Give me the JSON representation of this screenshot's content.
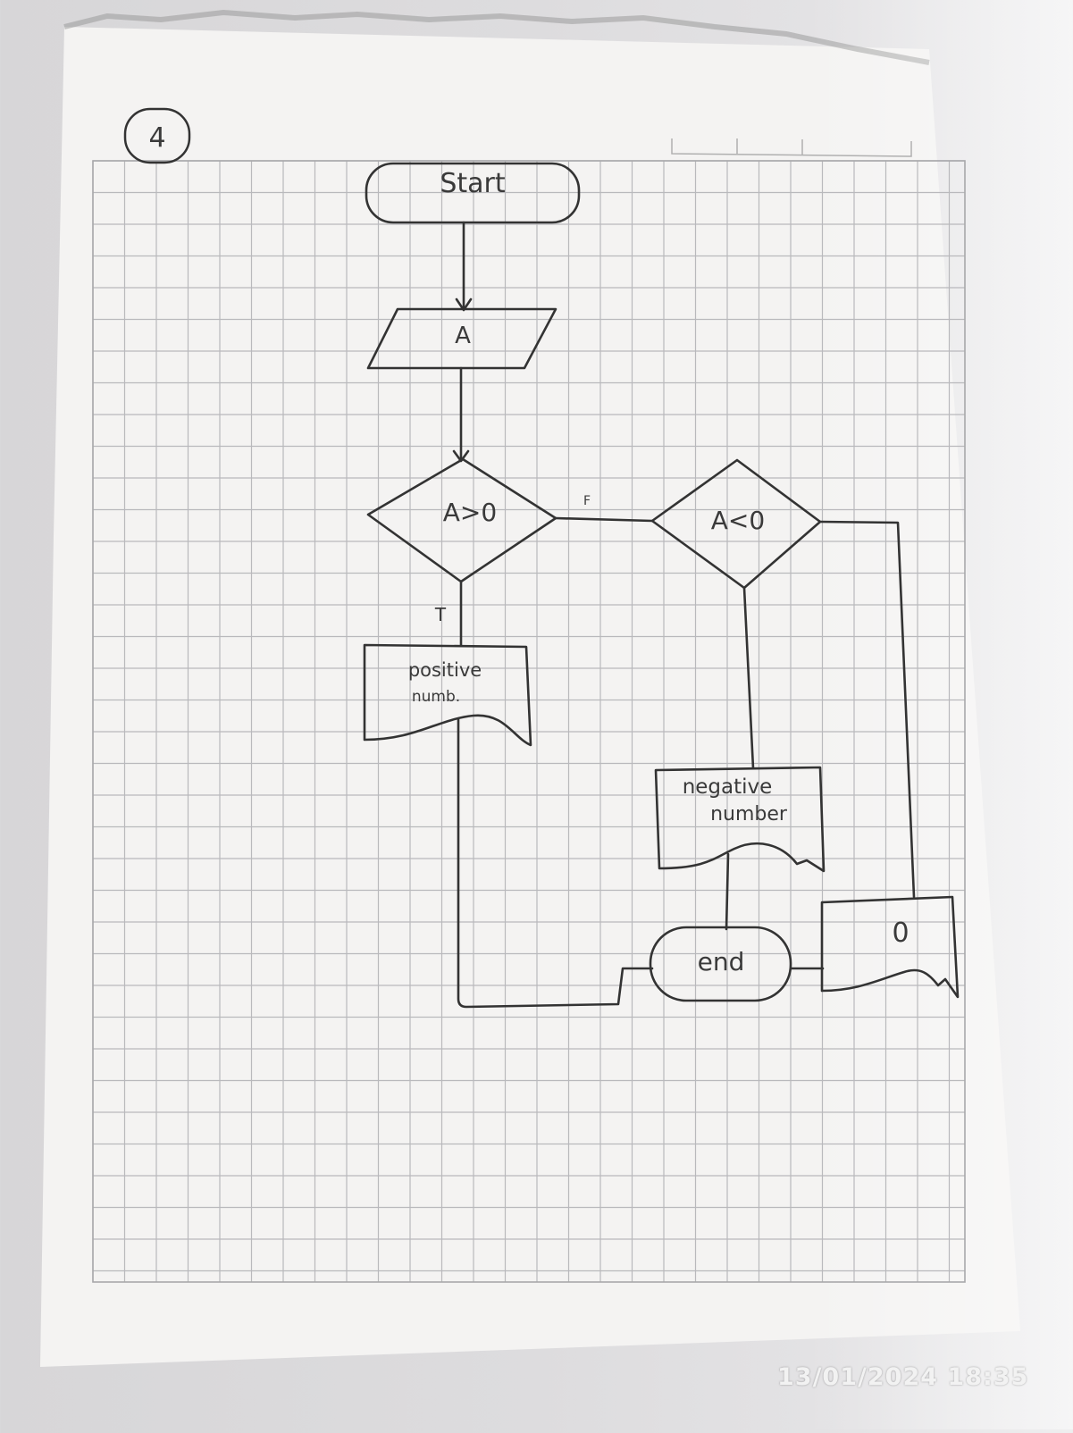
{
  "page": {
    "page_number": "4",
    "timestamp": "13/01/2024  18:35"
  },
  "flowchart": {
    "start": "Start",
    "input": "A",
    "decision1": "A>0",
    "decision1_true": "T",
    "decision1_false": "F",
    "decision2": "A<0",
    "output_positive_line1": "positive",
    "output_positive_line2": "numb.",
    "output_negative_line1": "negative",
    "output_negative_line2": "number",
    "output_zero": "0",
    "end": "end"
  },
  "colors": {
    "paper": "#f4f3f2",
    "grid": "#b9b9bc",
    "ink": "#333333"
  }
}
